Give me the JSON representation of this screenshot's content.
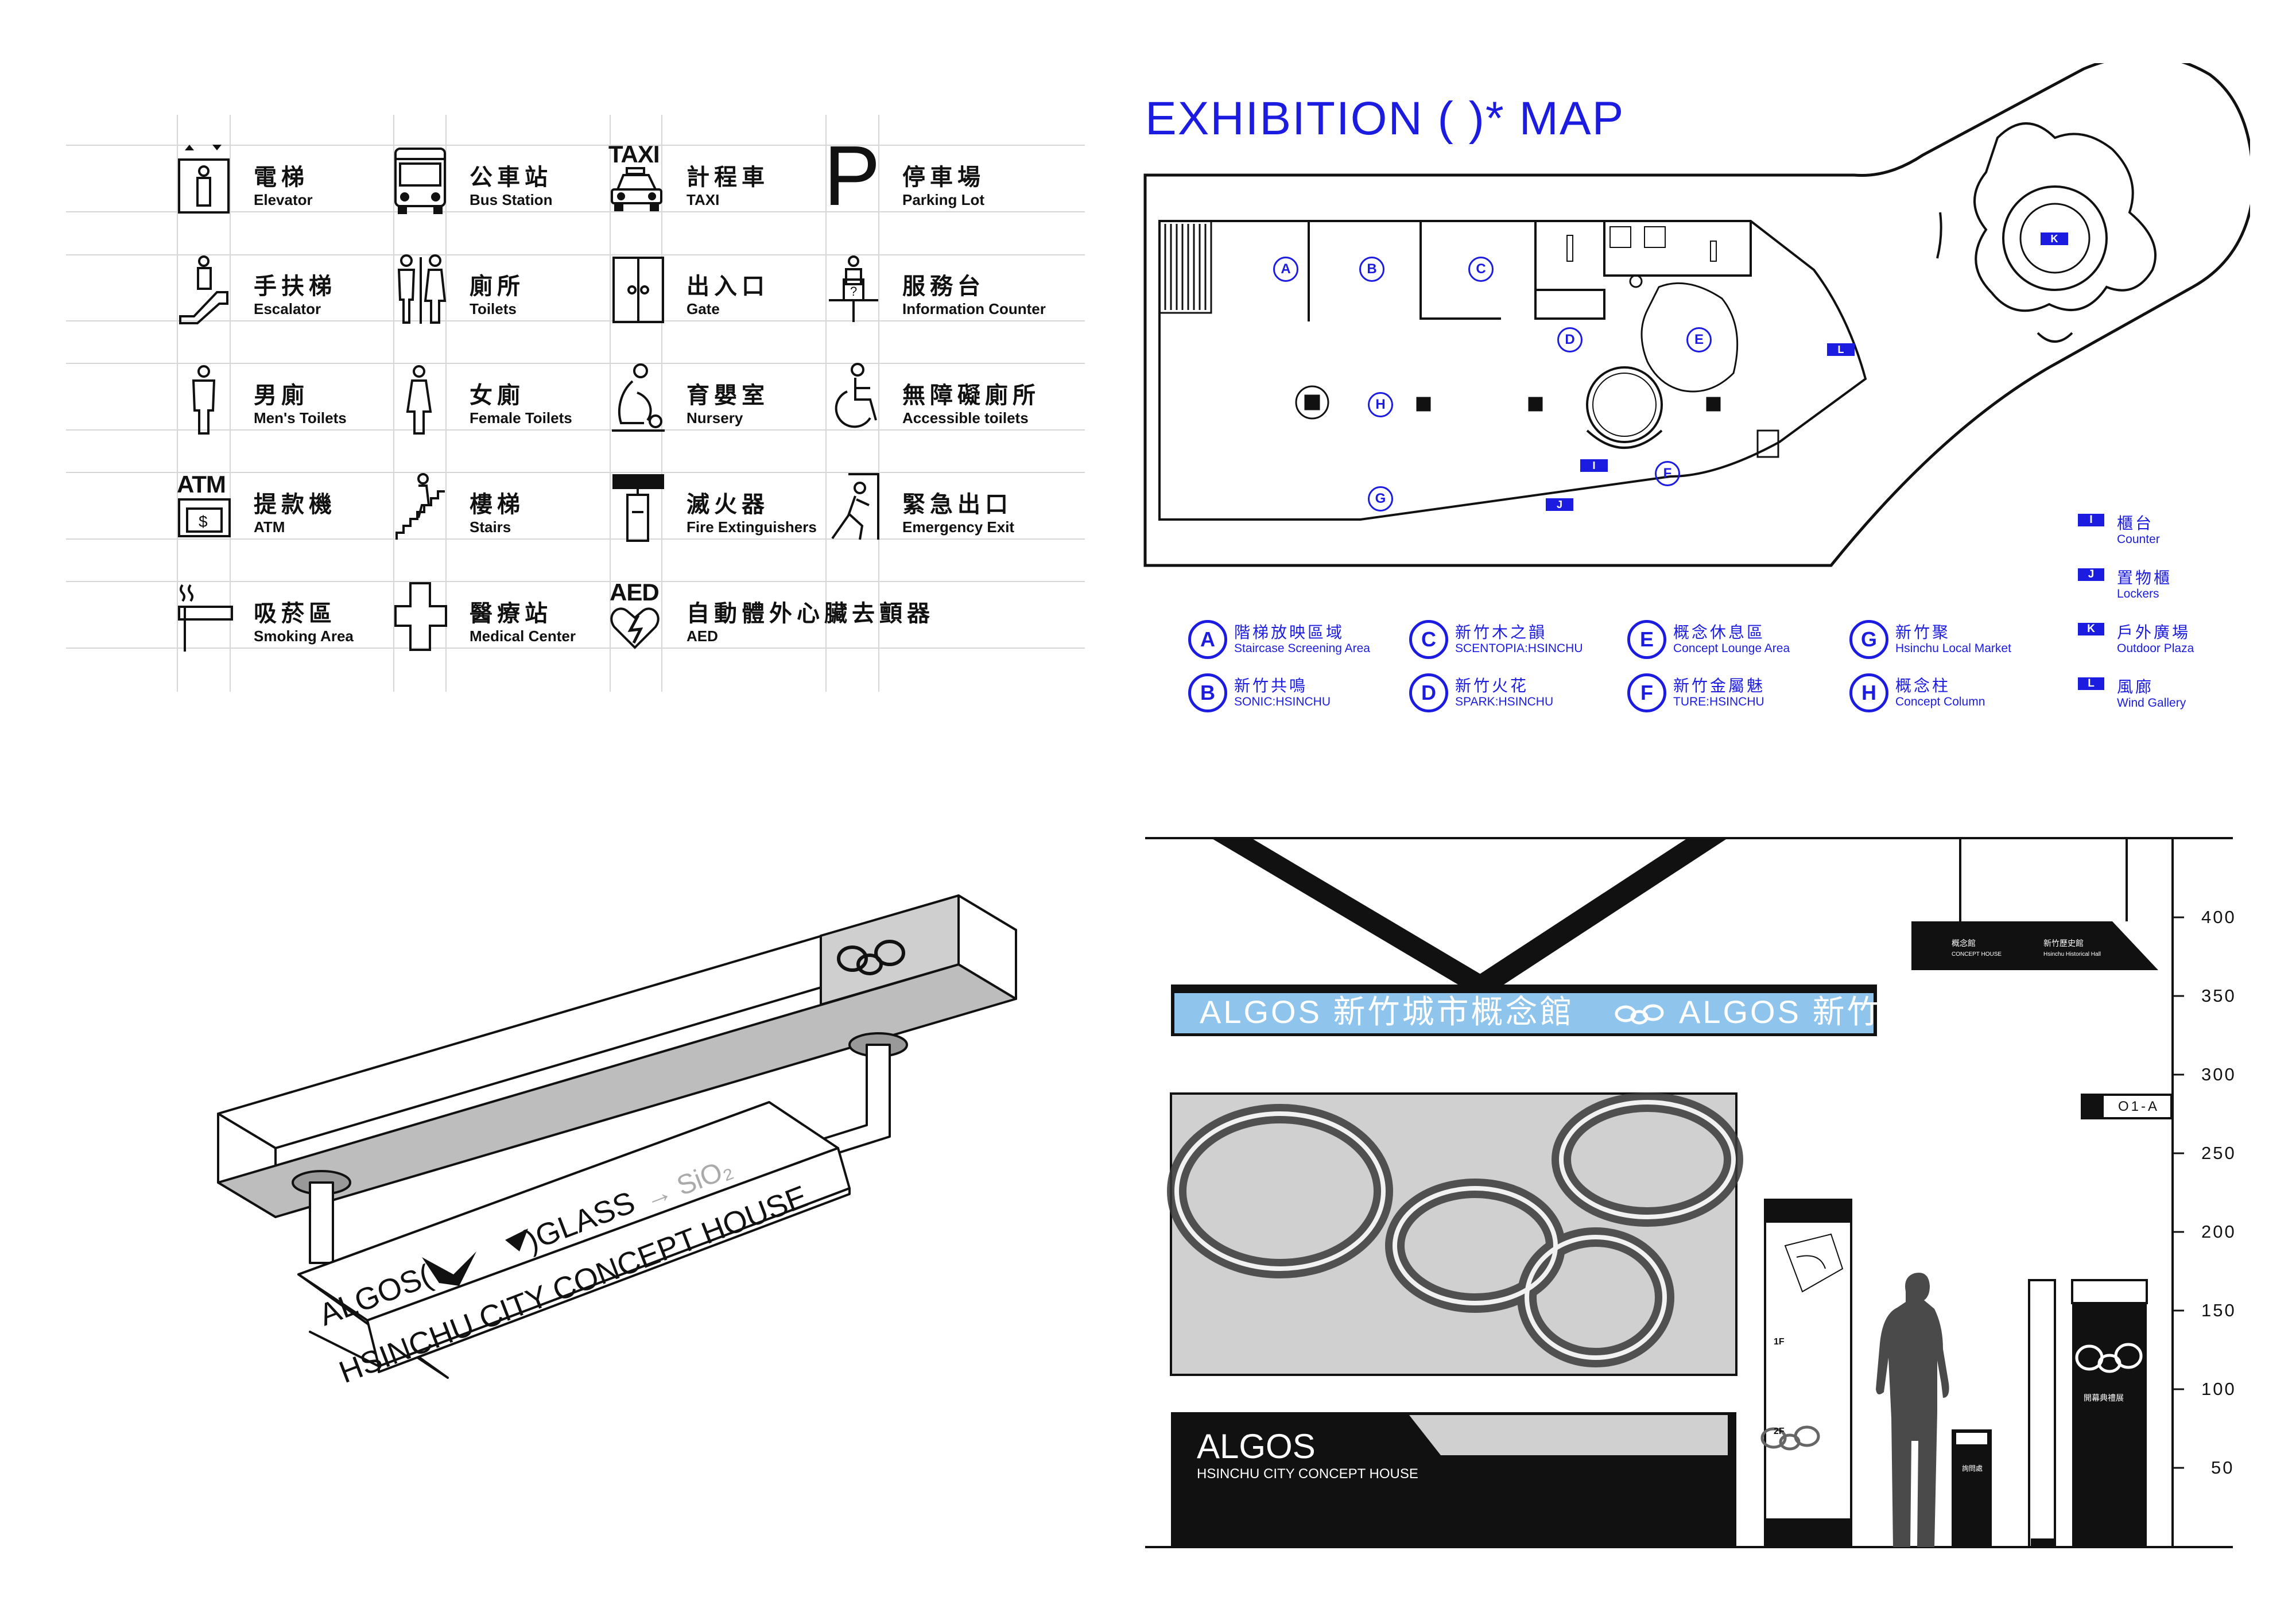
{
  "icons": [
    {
      "zh": "電梯",
      "en": "Elevator",
      "icon": "elevator-icon"
    },
    {
      "zh": "公車站",
      "en": "Bus Station",
      "icon": "bus-icon"
    },
    {
      "zh": "計程車",
      "en": "TAXI",
      "icon": "taxi-icon",
      "tag": "TAXI"
    },
    {
      "zh": "停車場",
      "en": "Parking Lot",
      "icon": "parking-icon",
      "tag": "P"
    },
    {
      "zh": "手扶梯",
      "en": "Escalator",
      "icon": "escalator-icon"
    },
    {
      "zh": "廁所",
      "en": "Toilets",
      "icon": "toilets-icon"
    },
    {
      "zh": "出入口",
      "en": "Gate",
      "icon": "gate-icon"
    },
    {
      "zh": "服務台",
      "en": "Information Counter",
      "icon": "information-icon"
    },
    {
      "zh": "男廁",
      "en": "Men's Toilets",
      "icon": "men-toilet-icon"
    },
    {
      "zh": "女廁",
      "en": "Female Toilets",
      "icon": "female-toilet-icon"
    },
    {
      "zh": "育嬰室",
      "en": "Nursery",
      "icon": "nursery-icon"
    },
    {
      "zh": "無障礙廁所",
      "en": "Accessible toilets",
      "icon": "accessible-icon"
    },
    {
      "zh": "提款機",
      "en": "ATM",
      "icon": "atm-icon",
      "tag": "ATM"
    },
    {
      "zh": "樓梯",
      "en": "Stairs",
      "icon": "stairs-icon"
    },
    {
      "zh": "滅火器",
      "en": "Fire Extinguishers",
      "icon": "fire-extinguisher-icon"
    },
    {
      "zh": "緊急出口",
      "en": "Emergency Exit",
      "icon": "emergency-exit-icon"
    },
    {
      "zh": "吸菸區",
      "en": "Smoking Area",
      "icon": "smoking-icon"
    },
    {
      "zh": "醫療站",
      "en": "Medical Center",
      "icon": "medical-cross-icon"
    },
    {
      "zh": "自動體外心臟去顫器",
      "en": "AED",
      "icon": "aed-icon",
      "tag": "AED"
    }
  ],
  "map": {
    "title": "EXHIBITION (    )* MAP",
    "accent": "#1c1ce0",
    "area_legend": [
      {
        "key": "A",
        "zh": "階梯放映區域",
        "en": "Staircase Screening Area"
      },
      {
        "key": "B",
        "zh": "新竹共鳴",
        "en": "SONIC:HSINCHU"
      },
      {
        "key": "C",
        "zh": "新竹木之韻",
        "en": "SCENTOPIA:HSINCHU"
      },
      {
        "key": "D",
        "zh": "新竹火花",
        "en": "SPARK:HSINCHU"
      },
      {
        "key": "E",
        "zh": "概念休息區",
        "en": "Concept Lounge Area"
      },
      {
        "key": "F",
        "zh": "新竹金屬魅",
        "en": "TURE:HSINCHU"
      },
      {
        "key": "G",
        "zh": "新竹聚",
        "en": "Hsinchu Local Market"
      },
      {
        "key": "H",
        "zh": "概念柱",
        "en": "Concept Column"
      }
    ],
    "facility_legend": [
      {
        "key": "I",
        "zh": "櫃台",
        "en": "Counter"
      },
      {
        "key": "J",
        "zh": "置物櫃",
        "en": "Lockers"
      },
      {
        "key": "K",
        "zh": "戶外廣場",
        "en": "Outdoor Plaza"
      },
      {
        "key": "L",
        "zh": "風廊",
        "en": "Wind Gallery"
      }
    ]
  },
  "hanging_sign": {
    "line1_left": "ALGOS(",
    "line1_right": ")GLASS",
    "formula": "→ SiO₂",
    "line2": "HSINCHU CITY CONCEPT HOUSE"
  },
  "elevation": {
    "banner_text": "ALGOS 新竹城市概念館",
    "banner_text2": "ALGOS 新竹",
    "banner_color": "#8fc5ec",
    "bottom_title": "ALGOS",
    "bottom_sub": "HSINCHU CITY CONCEPT HOUSE",
    "direction_left": "概念館",
    "direction_left_sub": "CONCEPT HOUSE",
    "direction_right": "新竹歷史館",
    "direction_right_sub": "Hsinchu Historical Hall",
    "room_sign": "O1-A",
    "kiosk_floors": [
      "1F",
      "2F"
    ],
    "kiosk_label": "詢問處",
    "column_label": "開幕典禮展",
    "scale": [
      400,
      350,
      300,
      250,
      200,
      150,
      100,
      50
    ]
  }
}
